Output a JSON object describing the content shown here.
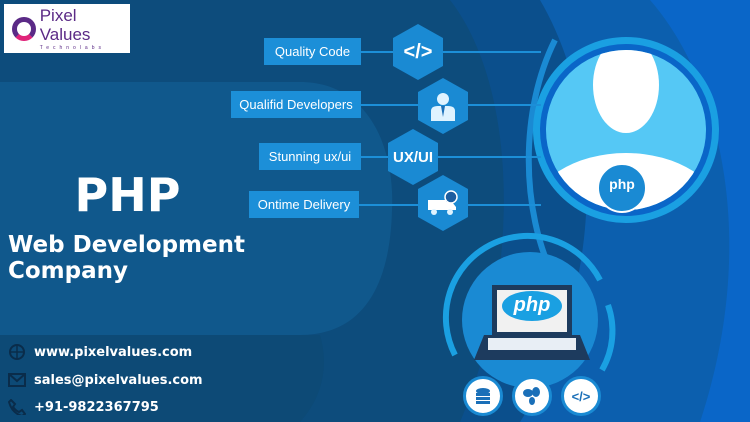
{
  "logo": {
    "name": "Pixel Values",
    "tagline": "Technolabs"
  },
  "features": [
    {
      "label": "Quality Code",
      "icon": "code-icon",
      "icon_text": "</>"
    },
    {
      "label": "Qualifid Developers",
      "icon": "developer-icon",
      "icon_text": ""
    },
    {
      "label": "Stunning ux/ui",
      "icon": "ux-ui-icon",
      "icon_text": "UX/UI"
    },
    {
      "label": "Ontime Delivery",
      "icon": "delivery-truck-icon",
      "icon_text": ""
    }
  ],
  "headline": {
    "title": "PHP",
    "subtitle": "Web Development Company"
  },
  "avatar_badge": "php",
  "laptop_logo": "php",
  "bottom_icons": [
    "database-icon",
    "framework-leaf-icon",
    "code-icon"
  ],
  "bottom_code_text": "</>",
  "contact": {
    "website": "www.pixelvalues.com",
    "email": "sales@pixelvalues.com",
    "phone": "+91-9822367795"
  },
  "colors": {
    "background": "#0a66c8",
    "dark_panel": "#0d4f7f",
    "accent": "#1c8fd8",
    "light": "#55c8f5"
  }
}
